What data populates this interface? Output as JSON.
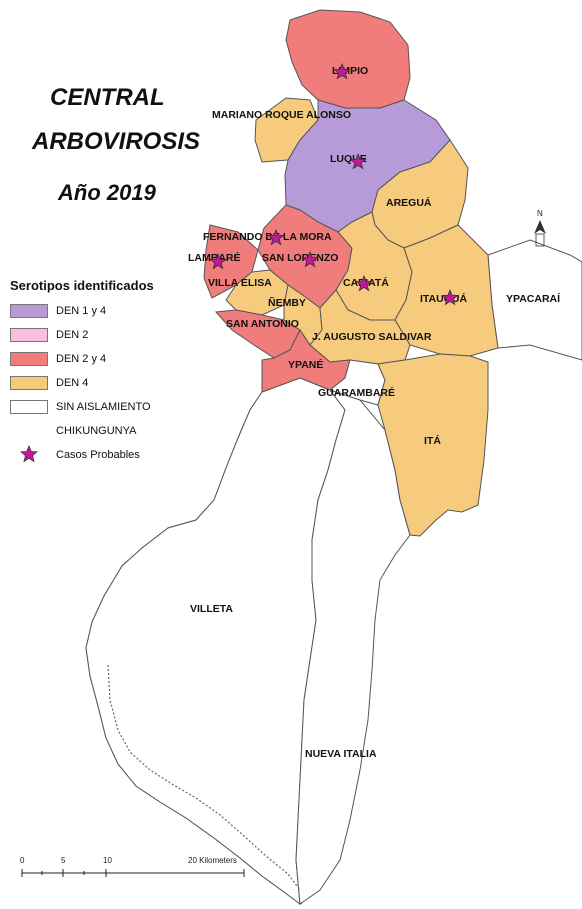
{
  "title": {
    "line1": "CENTRAL",
    "line2": "ARBOVIROSIS",
    "line3": "Año 2019"
  },
  "legend": {
    "title": "Serotipos identificados",
    "items": [
      {
        "label": "DEN 1 y 4",
        "color": "#b79bd8"
      },
      {
        "label": "DEN 2",
        "color": "#f9c0de"
      },
      {
        "label": "DEN 2 y 4",
        "color": "#f07c7c"
      },
      {
        "label": "DEN 4",
        "color": "#f6cb7d"
      },
      {
        "label": "SIN AISLAMIENTO",
        "color": "#ffffff"
      }
    ],
    "subtitle": "CHIKUNGUNYA",
    "star_label": "Casos Probables",
    "star_color": "#c2189a"
  },
  "places": {
    "limpio": "LIMPIO",
    "mariano": "MARIANO ROQUE ALONSO",
    "luque": "LUQUE",
    "aregua": "AREGUÁ",
    "fernando": "FERNANDO DE LA MORA",
    "lambare": "LAMBARÉ",
    "san_lorenzo": "SAN LORENZO",
    "villa_elisa": "VILLA ELISA",
    "capiata": "CAPIATÁ",
    "itaugua": "ITAUGUÁ",
    "ypacarai": "YPACARAÍ",
    "nemby": "ÑEMBY",
    "san_antonio": "SAN ANTONIO",
    "augusto": "J. AUGUSTO SALDIVAR",
    "ypane": "YPANÉ",
    "guarambare": "GUARAMBARÉ",
    "ita": "ITÁ",
    "villeta": "VILLETA",
    "nueva_italia": "NUEVA ITALIA"
  },
  "scale": {
    "ticks": [
      "0",
      "5",
      "10",
      "20 Kilometers"
    ]
  },
  "north_label": "N"
}
